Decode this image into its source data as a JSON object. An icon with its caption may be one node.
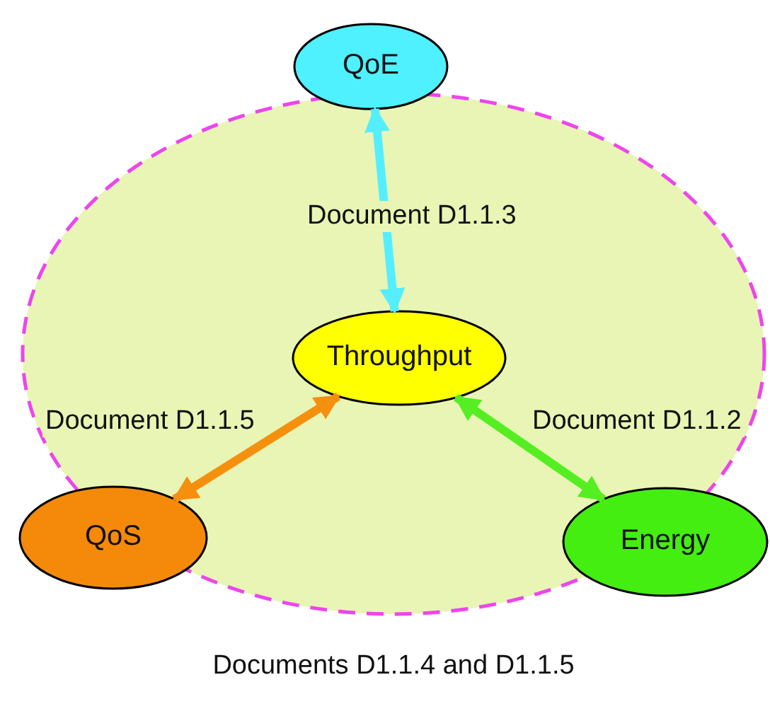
{
  "diagram": {
    "nodes": [
      {
        "text": [
          "Documents D1.1.4 and D1.1.5"
        ]
      },
      {
        "text": [
          "QoE"
        ]
      },
      {
        "text": [
          "Throughput"
        ],
        "in": 0
      },
      {
        "text": [
          "QoS"
        ]
      },
      {
        "text": [
          "Energy"
        ]
      }
    ],
    "edges": [
      {
        "from": 1,
        "to": 2,
        "arrow": "both",
        "label": "Document D1.1.3",
        "color": "#55eeff"
      },
      {
        "from": 3,
        "to": 2,
        "arrow": "both",
        "label": "Document D1.1.5",
        "color": "#f5900f"
      },
      {
        "from": 2,
        "to": 4,
        "arrow": "both",
        "label": "Document D1.1.2",
        "color": "#55ee22"
      }
    ]
  }
}
